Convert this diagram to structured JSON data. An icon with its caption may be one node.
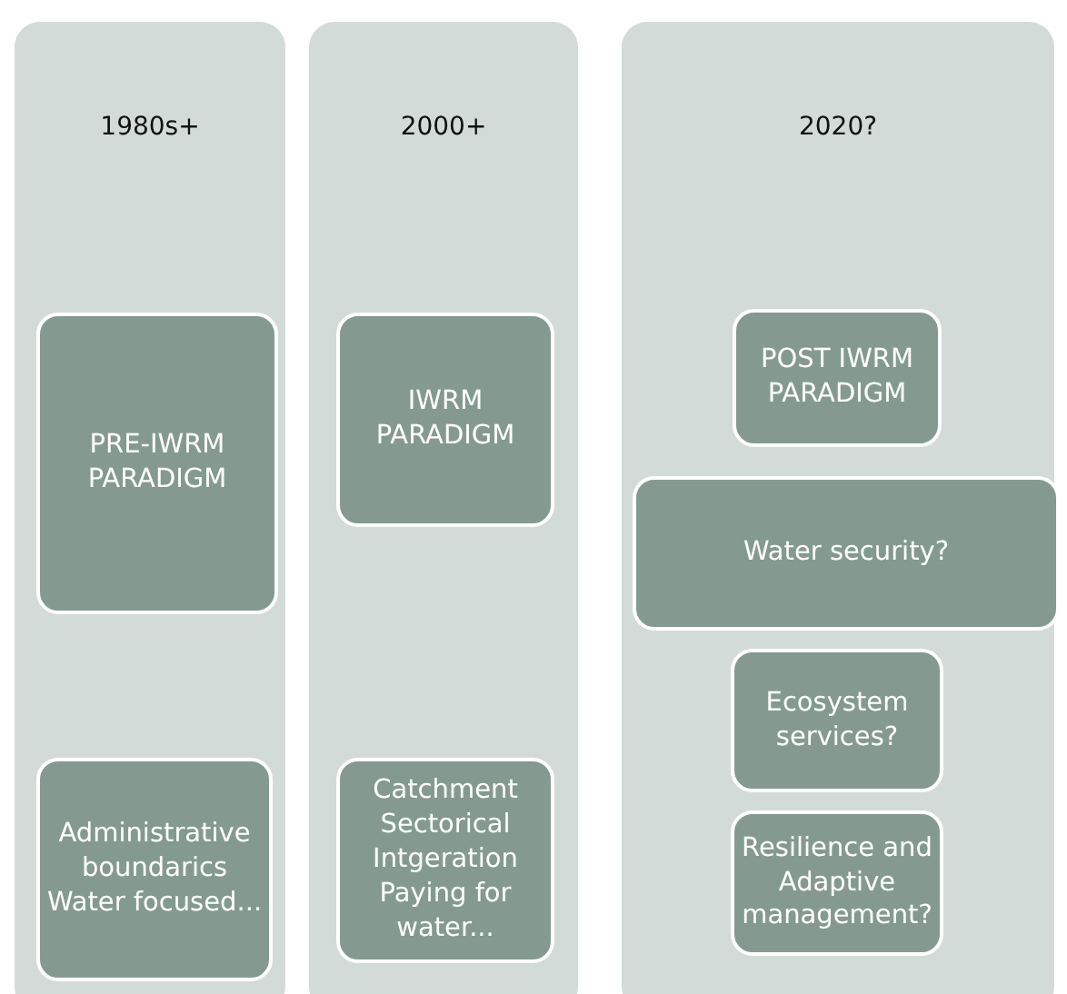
{
  "diagram": {
    "nodes": [
      {
        "text": [
          "1980s+"
        ]
      },
      {
        "text": [
          "PRE-IWRM PARADIGM"
        ],
        "in": 0
      },
      {
        "text": [
          "Administrative boundarics Water focused..."
        ],
        "in": 0
      },
      {
        "text": [
          "2000+"
        ]
      },
      {
        "text": [
          "IWRM PARADIGM"
        ],
        "in": 3
      },
      {
        "text": [
          "Catchment Sectorical Intgeration Paying for water..."
        ],
        "in": 3
      },
      {
        "text": [
          "2020?"
        ]
      },
      {
        "text": [
          "POST IWRM PARADIGM"
        ],
        "in": 6
      },
      {
        "text": [
          "Water security?"
        ],
        "in": 6
      },
      {
        "text": [
          "Ecosystem services?"
        ],
        "in": 6
      },
      {
        "text": [
          "Resilience and Adaptive management?"
        ],
        "in": 6
      }
    ],
    "edges": []
  }
}
